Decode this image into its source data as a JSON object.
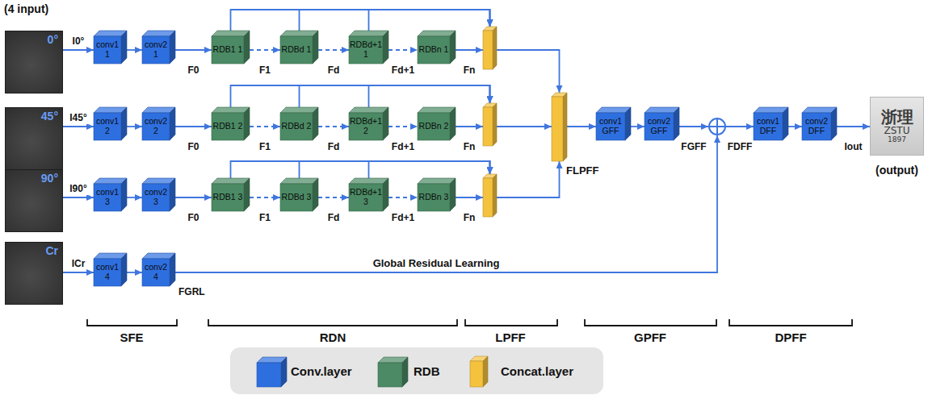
{
  "diagram": {
    "nodes": [
      {
        "text": [
          "0°"
        ]
      },
      {
        "text": [
          "conv1 1"
        ]
      },
      {
        "text": [
          "conv2 1"
        ]
      },
      {
        "text": [
          "RDB1 1"
        ]
      },
      {
        "text": [
          "RDBd 1"
        ]
      },
      {
        "text": [
          "RDBd+1 1"
        ]
      },
      {
        "text": [
          "RDBn 1"
        ]
      },
      {
        "text": []
      },
      {
        "text": [
          "45°"
        ]
      },
      {
        "text": [
          "conv1 2"
        ]
      },
      {
        "text": [
          "conv2 2"
        ]
      },
      {
        "text": [
          "RDB1 2"
        ]
      },
      {
        "text": [
          "RDBd 2"
        ]
      },
      {
        "text": [
          "RDBd+1 2"
        ]
      },
      {
        "text": [
          "RDBn 2"
        ]
      },
      {
        "text": []
      },
      {
        "text": [
          "90°"
        ]
      },
      {
        "text": [
          "conv1 3"
        ]
      },
      {
        "text": [
          "conv2 3"
        ]
      },
      {
        "text": [
          "RDB1 3"
        ]
      },
      {
        "text": [
          "RDBd 3"
        ]
      },
      {
        "text": [
          "RDBd+1 3"
        ]
      },
      {
        "text": [
          "RDBn 3"
        ]
      },
      {
        "text": []
      },
      {
        "text": [
          "Cr"
        ]
      },
      {
        "text": [
          "conv1 4"
        ]
      },
      {
        "text": [
          "conv2 4"
        ]
      },
      {
        "text": [
          "FLPFF"
        ]
      },
      {
        "text": [
          "conv1 GFF"
        ]
      },
      {
        "text": [
          "conv2 GFF"
        ]
      },
      {
        "text": []
      },
      {
        "text": [
          "conv1 DFF"
        ]
      },
      {
        "text": [
          "conv2 DFF"
        ]
      },
      {
        "text": [
          "浙理",
          "ZSTU",
          "1897",
          "(output)"
        ]
      }
    ],
    "edges": [
      {
        "from": 0,
        "to": 1,
        "arrow": "to",
        "label": "I0°"
      },
      {
        "from": 1,
        "to": 2,
        "arrow": "to"
      },
      {
        "from": 2,
        "to": 3,
        "arrow": "to",
        "label": "F0"
      },
      {
        "from": 3,
        "to": 4,
        "arrow": "to",
        "label": "F1"
      },
      {
        "from": 4,
        "to": 5,
        "arrow": "to",
        "label": "Fd"
      },
      {
        "from": 5,
        "to": 6,
        "arrow": "to",
        "label": "Fd+1"
      },
      {
        "from": 6,
        "to": 7,
        "arrow": "to",
        "label": "Fn"
      },
      {
        "from": 3,
        "to": 7,
        "arrow": "to"
      },
      {
        "from": 4,
        "to": 7,
        "arrow": "to"
      },
      {
        "from": 5,
        "to": 7,
        "arrow": "to"
      },
      {
        "from": 7,
        "to": 27,
        "arrow": "to"
      },
      {
        "from": 8,
        "to": 9,
        "arrow": "to",
        "label": "I45°"
      },
      {
        "from": 9,
        "to": 10,
        "arrow": "to"
      },
      {
        "from": 10,
        "to": 11,
        "arrow": "to",
        "label": "F0"
      },
      {
        "from": 11,
        "to": 12,
        "arrow": "to",
        "label": "F1"
      },
      {
        "from": 12,
        "to": 13,
        "arrow": "to",
        "label": "Fd"
      },
      {
        "from": 13,
        "to": 14,
        "arrow": "to",
        "label": "Fd+1"
      },
      {
        "from": 14,
        "to": 15,
        "arrow": "to",
        "label": "Fn"
      },
      {
        "from": 11,
        "to": 15,
        "arrow": "to"
      },
      {
        "from": 12,
        "to": 15,
        "arrow": "to"
      },
      {
        "from": 13,
        "to": 15,
        "arrow": "to"
      },
      {
        "from": 15,
        "to": 27,
        "arrow": "to"
      },
      {
        "from": 16,
        "to": 17,
        "arrow": "to",
        "label": "I90°"
      },
      {
        "from": 17,
        "to": 18,
        "arrow": "to"
      },
      {
        "from": 18,
        "to": 19,
        "arrow": "to",
        "label": "F0"
      },
      {
        "from": 19,
        "to": 20,
        "arrow": "to",
        "label": "F1"
      },
      {
        "from": 20,
        "to": 21,
        "arrow": "to",
        "label": "Fd"
      },
      {
        "from": 21,
        "to": 22,
        "arrow": "to",
        "label": "Fd+1"
      },
      {
        "from": 22,
        "to": 23,
        "arrow": "to",
        "label": "Fn"
      },
      {
        "from": 19,
        "to": 23,
        "arrow": "to"
      },
      {
        "from": 20,
        "to": 23,
        "arrow": "to"
      },
      {
        "from": 21,
        "to": 23,
        "arrow": "to"
      },
      {
        "from": 23,
        "to": 27,
        "arrow": "to"
      },
      {
        "from": 24,
        "to": 25,
        "arrow": "to",
        "label": "ICr"
      },
      {
        "from": 25,
        "to": 26,
        "arrow": "to"
      },
      {
        "from": 26,
        "to": 30,
        "arrow": "to",
        "label": "Global Residual Learning"
      },
      {
        "from": 27,
        "to": 28,
        "arrow": "to"
      },
      {
        "from": 28,
        "to": 29,
        "arrow": "to"
      },
      {
        "from": 29,
        "to": 30,
        "arrow": "to",
        "label": "FGFF"
      },
      {
        "from": 30,
        "to": 31,
        "arrow": "to",
        "label": "FDFF"
      },
      {
        "from": 31,
        "to": 32,
        "arrow": "to"
      },
      {
        "from": 32,
        "to": 33,
        "arrow": "to",
        "label": "Iout"
      }
    ],
    "labels": [
      "(4 input)",
      "FGRL",
      "SFE",
      "RDN",
      "LPFF",
      "GPFF",
      "DPFF"
    ],
    "legend": [
      {
        "text": "Conv.layer",
        "color": "#2e6fe0"
      },
      {
        "text": "RDB",
        "color": "#4b8a64"
      },
      {
        "text": "Concat.layer",
        "color": "#f5c23e"
      }
    ]
  }
}
